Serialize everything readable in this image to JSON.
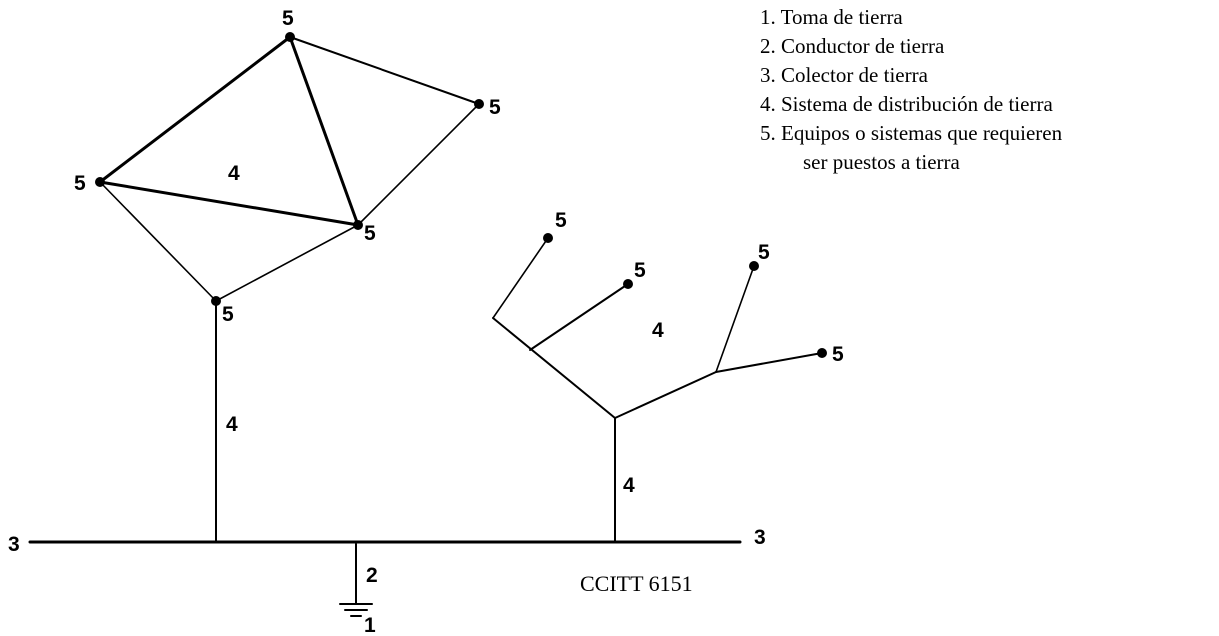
{
  "diagram": {
    "labels": {
      "equipment": "5",
      "distribution": "4",
      "collector": "3",
      "conductor": "2",
      "earth_electrode": "1"
    },
    "legend": [
      "1. Toma de tierra",
      "2. Conductor de tierra",
      "3. Colector de tierra",
      "4. Sistema de distribución de tierra",
      "5. Equipos o sistemas que requieren",
      "ser puestos a tierra"
    ],
    "caption": "CCITT 6151"
  }
}
